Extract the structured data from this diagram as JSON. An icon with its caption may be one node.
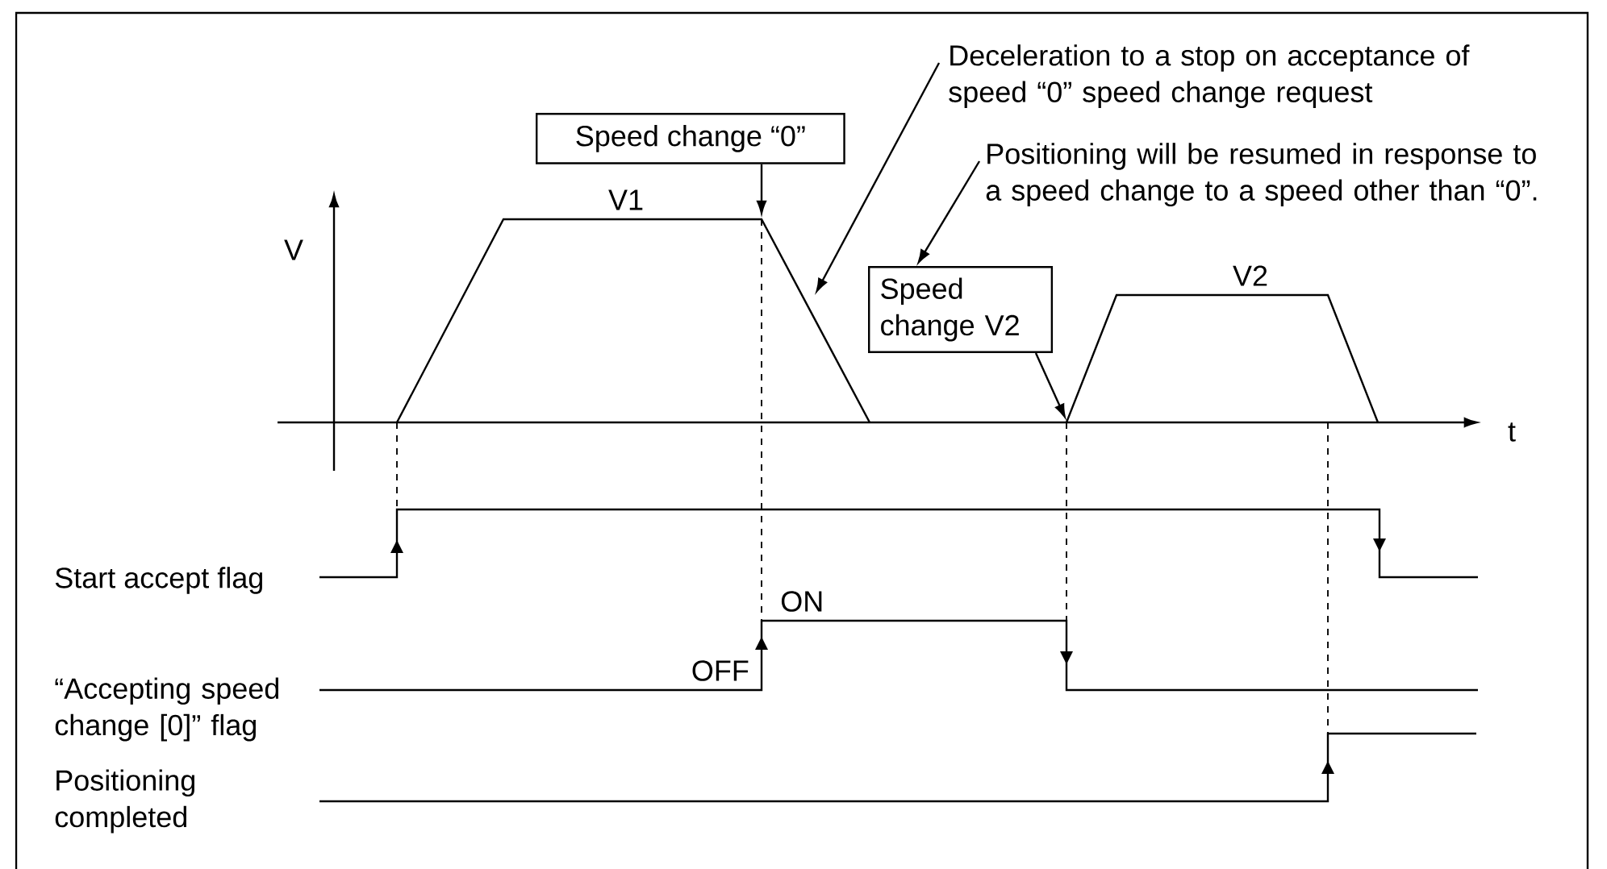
{
  "diagram": {
    "nodes": [
      {
        "text": [
          "Speed change “0”"
        ]
      },
      {
        "text": [
          "Deceleration to a stop on acceptance of speed “0” speed change request"
        ]
      },
      {
        "text": [
          "Positioning will be resumed in response to a speed change to a speed other than “0”."
        ]
      },
      {
        "text": [
          "Speed change V2"
        ]
      }
    ],
    "edges": [
      {
        "from": 0,
        "to": null,
        "arrow": "to"
      },
      {
        "from": 1,
        "to": null,
        "arrow": "to"
      },
      {
        "from": 2,
        "to": 3,
        "arrow": "to"
      },
      {
        "from": 3,
        "to": null,
        "arrow": "to"
      }
    ],
    "labels": [
      "V1",
      "V",
      "V2",
      "t",
      "Start accept flag",
      "ON",
      "“Accepting speed change [0]” flag",
      "OFF",
      "Positioning completed"
    ]
  }
}
